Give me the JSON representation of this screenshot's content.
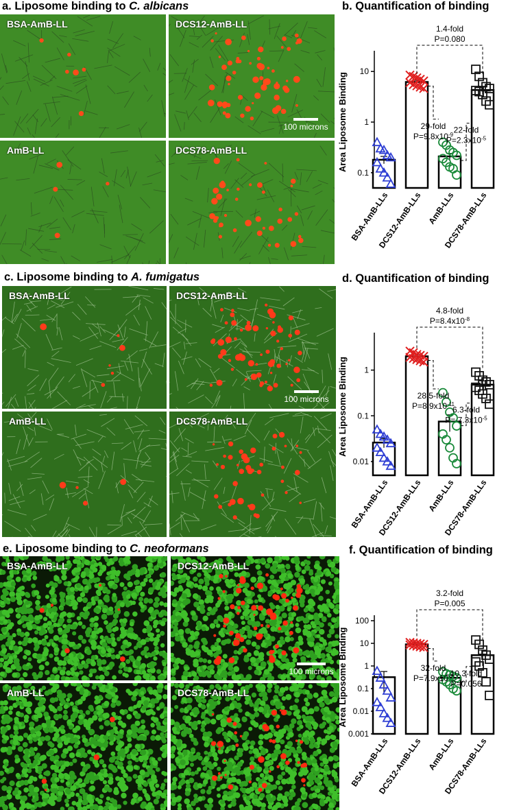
{
  "panels": {
    "a": {
      "title": "a. Liposome binding to ",
      "organism": "C. albicans",
      "images": [
        "BSA-AmB-LL",
        "DCS12-AmB-LL",
        "AmB-LL",
        "DCS78-AmB-LL"
      ],
      "scalebar": "100 microns",
      "bg": "#3f8c26",
      "dot": "#ff4a1a"
    },
    "c": {
      "title": "c. Liposome binding to ",
      "organism": "A. fumigatus",
      "images": [
        "BSA-AmB-LL",
        "DCS12-AmB-LL",
        "AmB-LL",
        "DCS78-AmB-LL"
      ],
      "scalebar": "100 microns",
      "bg": "#2f6e1d",
      "dot": "#ff3a1a"
    },
    "e": {
      "title": "e. Liposome binding to ",
      "organism": "C. neoformans",
      "images": [
        "BSA-AmB-LL",
        "DCS12-AmB-LL",
        "AmB-LL",
        "DCS78-AmB-LL"
      ],
      "scalebar": "100 microns",
      "bg": "#0b1a06",
      "dot": "#ff2a10"
    }
  },
  "chart_data": [
    {
      "id": "b",
      "type": "bar",
      "title": "b. Quantification of binding",
      "ylabel": "Area Liposome Binding",
      "yscale": "log",
      "ylim": [
        0.05,
        20
      ],
      "yticks": [
        {
          "v": 0.1,
          "label": "0.1"
        },
        {
          "v": 1,
          "label": "1"
        },
        {
          "v": 10,
          "label": "10"
        }
      ],
      "categories": [
        "BSA-AmB-LLs",
        "DCS12-AmB-LLs",
        "AmB-LLs",
        "DCS78-AmB-LLs"
      ],
      "values": [
        0.18,
        6.2,
        0.21,
        4.3
      ],
      "errors": [
        0.03,
        0.5,
        0.03,
        0.8
      ],
      "markers": [
        "triangle",
        "x",
        "circle",
        "square"
      ],
      "colors": [
        "#2f3fd4",
        "#e02020",
        "#1a8a3a",
        "#111111"
      ],
      "points": [
        [
          0.4,
          0.3,
          0.28,
          0.22,
          0.2,
          0.16,
          0.12,
          0.1,
          0.08,
          0.06
        ],
        [
          8.5,
          8.0,
          7.5,
          7.0,
          6.5,
          6.0,
          5.5,
          5.2,
          4.9,
          4.6
        ],
        [
          0.4,
          0.35,
          0.28,
          0.25,
          0.22,
          0.19,
          0.16,
          0.13,
          0.12,
          0.09
        ],
        [
          11.0,
          8.0,
          6.0,
          5.0,
          4.6,
          4.2,
          4.0,
          3.5,
          2.6,
          2.2
        ]
      ],
      "annotations": [
        {
          "from": 1,
          "to": 3,
          "lines": [
            "1.4-fold",
            "P=0.080"
          ],
          "top": true
        },
        {
          "from": 1,
          "to": 2,
          "lines": [
            "29-fold",
            "P=9.8x10"
          ],
          "sup": "-9"
        },
        {
          "from": 2,
          "to": 3,
          "lines": [
            "22-fold",
            "P=2.3x10"
          ],
          "sup": "-5"
        }
      ]
    },
    {
      "id": "d",
      "type": "bar",
      "title": "d. Quantification of binding",
      "ylabel": "Area Liposome Binding",
      "yscale": "log",
      "ylim": [
        0.005,
        5
      ],
      "yticks": [
        {
          "v": 0.01,
          "label": "0.01"
        },
        {
          "v": 0.1,
          "label": "0.1"
        },
        {
          "v": 1,
          "label": "1"
        }
      ],
      "categories": [
        "BSA-AmB-LLs",
        "DCS12-AmB-LLs",
        "AmB-LLs",
        "DCS78-AmB-LLs"
      ],
      "values": [
        0.026,
        2.0,
        0.075,
        0.48
      ],
      "errors": [
        0.006,
        0.2,
        0.03,
        0.1
      ],
      "markers": [
        "triangle",
        "x",
        "circle",
        "square"
      ],
      "colors": [
        "#2f3fd4",
        "#e02020",
        "#1a8a3a",
        "#111111"
      ],
      "points": [
        [
          0.05,
          0.04,
          0.035,
          0.03,
          0.025,
          0.02,
          0.016,
          0.012,
          0.01,
          0.008
        ],
        [
          2.6,
          2.4,
          2.2,
          2.1,
          2.0,
          1.9,
          1.8,
          1.7,
          1.6,
          1.5
        ],
        [
          0.32,
          0.2,
          0.12,
          0.09,
          0.06,
          0.04,
          0.03,
          0.02,
          0.012,
          0.009
        ],
        [
          0.9,
          0.75,
          0.6,
          0.55,
          0.48,
          0.42,
          0.36,
          0.3,
          0.24,
          0.18
        ]
      ],
      "annotations": [
        {
          "from": 1,
          "to": 3,
          "lines": [
            "4.8-fold",
            "P=8.4x10"
          ],
          "sup": "-8",
          "top": true
        },
        {
          "from": 1,
          "to": 2,
          "lines": [
            "28.5-fold",
            "P=8.9x10"
          ],
          "sup": "-11"
        },
        {
          "from": 2,
          "to": 3,
          "lines": [
            "6.3-fold",
            "P= 7.3x10"
          ],
          "sup": "-5"
        }
      ]
    },
    {
      "id": "f",
      "type": "bar",
      "title": "f. Quantification of binding",
      "ylabel": "Area Liposome Binding",
      "yscale": "log",
      "ylim": [
        0.001,
        100
      ],
      "yticks": [
        {
          "v": 0.001,
          "label": "0.001"
        },
        {
          "v": 0.01,
          "label": "0.01"
        },
        {
          "v": 0.1,
          "label": "0.1"
        },
        {
          "v": 1,
          "label": "1"
        },
        {
          "v": 10,
          "label": "10"
        },
        {
          "v": 100,
          "label": "100"
        }
      ],
      "categories": [
        "BSA-AmB-LLs",
        "DCS12-AmB-LLs",
        "AmB-LLs",
        "DCS78-AmB-LLs"
      ],
      "values": [
        0.32,
        9.0,
        0.3,
        3.0
      ],
      "errors": [
        0.25,
        1.5,
        0.1,
        2.0
      ],
      "markers": [
        "triangle",
        "x",
        "circle",
        "square"
      ],
      "colors": [
        "#2f3fd4",
        "#e02020",
        "#1a8a3a",
        "#111111"
      ],
      "points": [
        [
          0.6,
          0.3,
          0.15,
          0.08,
          0.04,
          0.025,
          0.015,
          0.008,
          0.005,
          0.003
        ],
        [
          11,
          10.5,
          10,
          9.5,
          9,
          8.5,
          8,
          7.5,
          7,
          6.5
        ],
        [
          0.55,
          0.45,
          0.4,
          0.35,
          0.3,
          0.25,
          0.2,
          0.15,
          0.1,
          0.08
        ],
        [
          14,
          9,
          5,
          3,
          2,
          1.5,
          1,
          0.5,
          0.2,
          0.05
        ]
      ],
      "annotations": [
        {
          "from": 1,
          "to": 3,
          "lines": [
            "3.2-fold",
            "P=0.005"
          ],
          "top": true
        },
        {
          "from": 1,
          "to": 2,
          "lines": [
            "32-fold",
            "P=7.9x10"
          ],
          "sup": "-7"
        },
        {
          "from": 2,
          "to": 3,
          "lines": [
            "10.3-fold",
            "P=0.056"
          ]
        }
      ]
    }
  ]
}
